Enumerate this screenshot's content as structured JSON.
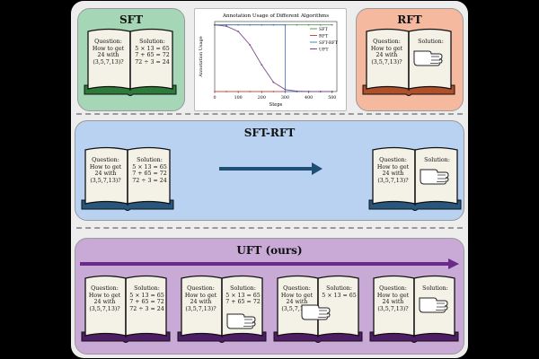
{
  "sections": {
    "sft": "SFT",
    "rft": "RFT",
    "sftrft": "SFT-RFT",
    "uft": "UFT (ours)"
  },
  "book": {
    "question": "Question:\nHow to get\n24 with\n(3,5,7,13)?",
    "solution_label": "Solution:",
    "step1": "5 × 13 = 65",
    "step2": "7 + 65 = 72",
    "step3": "72 ÷ 3 = 24"
  },
  "colors": {
    "sft_box": "#a5d7b7",
    "rft_box": "#f5b9a0",
    "sftrft_box": "#b9d2f2",
    "uft_box": "#c9a9d6",
    "sft_book": "#2d7a3a",
    "rft_book": "#b0502a",
    "sftrft_book": "#28567d",
    "uft_book": "#4d1d66",
    "arrow_blue": "#1f4f74",
    "arrow_purple": "#6a2a8a"
  },
  "chart_data": {
    "type": "line",
    "title": "Annotation Usage of Different Algorithms",
    "xlabel": "Steps",
    "ylabel": "Annotation Usage",
    "xlim": [
      0,
      520
    ],
    "ylim": [
      0,
      1.05
    ],
    "x_ticks": [
      0,
      100,
      200,
      300,
      400,
      500
    ],
    "legend_position": "top-right",
    "series": [
      {
        "name": "SFT",
        "color": "#5a9a5a",
        "x": [
          0,
          50,
          100,
          150,
          200,
          250,
          300,
          350,
          400,
          450,
          500
        ],
        "y": [
          1,
          1,
          1,
          1,
          1,
          1,
          1,
          1,
          1,
          1,
          1
        ]
      },
      {
        "name": "RFT",
        "color": "#c0504d",
        "x": [
          0,
          50,
          100,
          150,
          200,
          250,
          300,
          350,
          400,
          450,
          500
        ],
        "y": [
          0,
          0,
          0,
          0,
          0,
          0,
          0,
          0,
          0,
          0,
          0
        ]
      },
      {
        "name": "SFT-RFT",
        "color": "#4f81bd",
        "x": [
          0,
          50,
          100,
          150,
          200,
          250,
          300,
          300,
          350,
          400,
          450,
          500
        ],
        "y": [
          1,
          1,
          1,
          1,
          1,
          1,
          1,
          0,
          0,
          0,
          0,
          0
        ]
      },
      {
        "name": "UFT",
        "color": "#7a4a8a",
        "x": [
          0,
          50,
          100,
          150,
          200,
          250,
          300,
          350,
          400,
          450,
          500
        ],
        "y": [
          1,
          0.98,
          0.9,
          0.7,
          0.4,
          0.14,
          0.03,
          0.005,
          0,
          0,
          0
        ]
      }
    ]
  }
}
